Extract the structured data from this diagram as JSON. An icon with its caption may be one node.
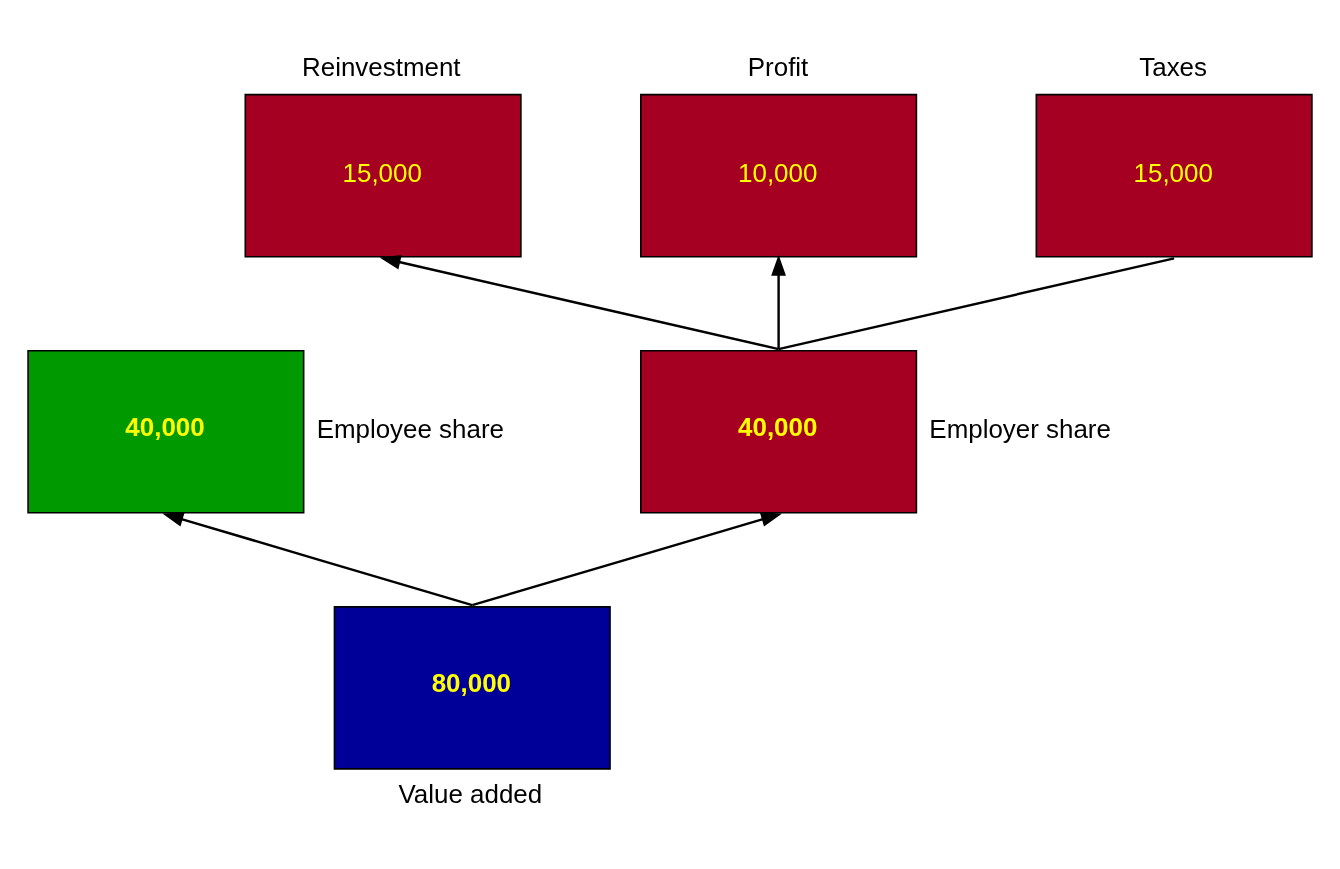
{
  "diagram": {
    "nodes": [
      {
        "text": [
          "80,000"
        ],
        "beside": [
          "Value added"
        ]
      },
      {
        "text": [
          "40,000"
        ],
        "beside": [
          "Employee share"
        ]
      },
      {
        "text": [
          "40,000"
        ],
        "beside": [
          "Employer share"
        ]
      },
      {
        "text": [
          "Reinvestment",
          "15,000"
        ]
      },
      {
        "text": [
          "Profit",
          "10,000"
        ]
      },
      {
        "text": [
          "Taxes",
          "15,000"
        ]
      }
    ],
    "edges": [
      {
        "from": 0,
        "to": 1,
        "arrow": "to"
      },
      {
        "from": 0,
        "to": 2,
        "arrow": "to"
      },
      {
        "from": 2,
        "to": 3,
        "arrow": "to"
      },
      {
        "from": 2,
        "to": 4,
        "arrow": "to"
      },
      {
        "from": 2,
        "to": 5,
        "arrow": "none"
      }
    ]
  }
}
